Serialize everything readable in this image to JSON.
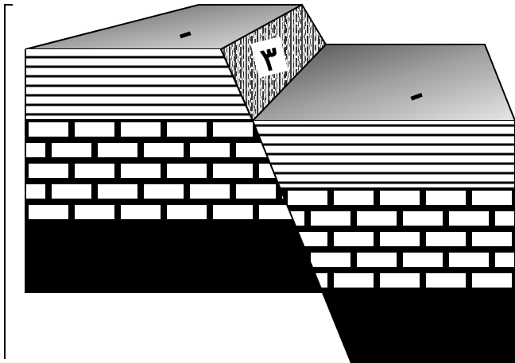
{
  "diagram": {
    "labels": {
      "block_left": "ـ",
      "fault_zone": "٣",
      "block_right": "ـ"
    },
    "colors": {
      "ink": "#000000",
      "paper": "#ffffff",
      "top_surface_light": "#d8d8d8",
      "top_surface_dark": "#6a6a6a",
      "breccia_light": "#e8e8e8",
      "breccia_dark": "#707070"
    }
  }
}
